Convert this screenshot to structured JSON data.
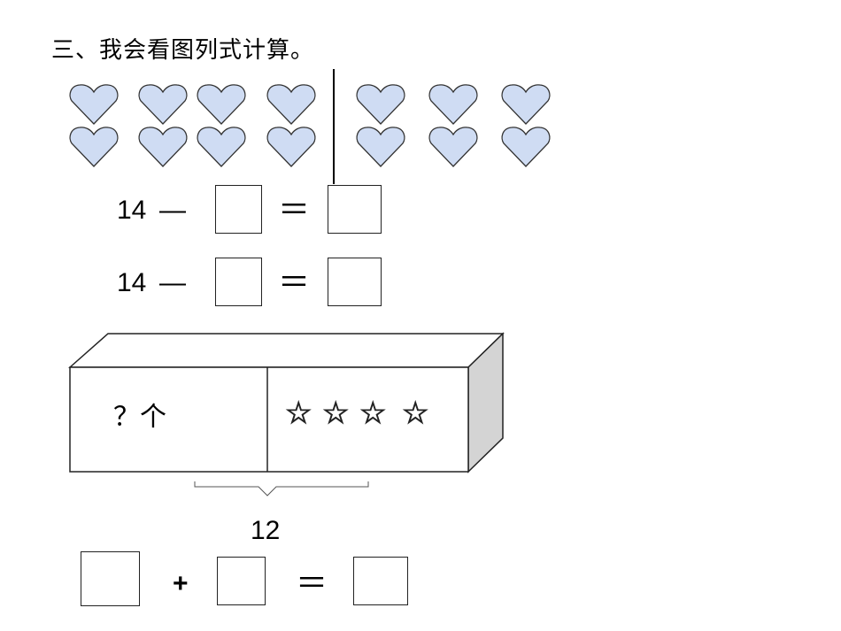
{
  "title": "三、我会看图列式计算。",
  "hearts": {
    "left_group_columns": 4,
    "right_group_columns": 3,
    "rows": 2,
    "fill_color": "#cfdcf3",
    "stroke_color": "#333333",
    "icon": "heart-icon"
  },
  "equations": [
    {
      "minuend": "14",
      "minus": "—",
      "equals": "＝"
    },
    {
      "minuend": "14",
      "minus": "—",
      "equals": "＝"
    }
  ],
  "box": {
    "unknown_label": "？个",
    "stars": [
      "☆",
      "☆",
      "☆",
      "☆"
    ],
    "side_color": "#d4d4d4"
  },
  "total": "12",
  "addition": {
    "plus": "+",
    "equals": "＝"
  }
}
